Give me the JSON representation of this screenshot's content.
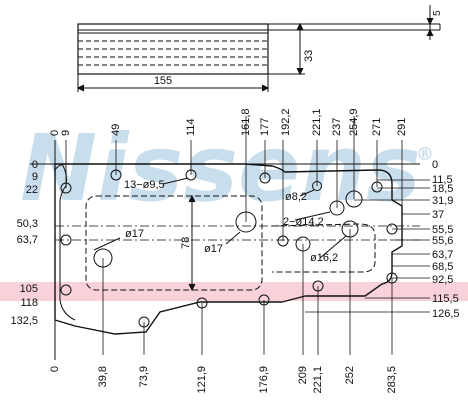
{
  "watermark": {
    "text": "Nissens",
    "mark": "®",
    "color": "#b7d3e6"
  },
  "highlight_color": "#f7c9d2",
  "side_view": {
    "length_label": "155",
    "height_label": "33",
    "thickness_label": "5"
  },
  "top_ticks": [
    "0",
    "9",
    "49",
    "114",
    "161,8",
    "177",
    "192,2",
    "221,1",
    "237",
    "254,9",
    "271",
    "291"
  ],
  "bottom_ticks": [
    "0",
    "39,8",
    "73,9",
    "121,9",
    "176,9",
    "209",
    "221,1",
    "252",
    "283,5"
  ],
  "left_ticks": [
    "0",
    "9",
    "22",
    "50,3",
    "63,7",
    "105",
    "118",
    "132,5"
  ],
  "right_ticks": [
    "0",
    "11,5",
    "18,5",
    "31,9",
    "37",
    "55,5",
    "55,6",
    "63,7",
    "68,5",
    "92,5",
    "115,5",
    "126,5"
  ],
  "callouts": {
    "holes_13": "13−ø9,5",
    "port_left": "ø17",
    "port_center": "ø17",
    "hole_8": "ø8,2",
    "holes_14": "2−ø14,2",
    "hole_16": "ø16,2",
    "height_78": "78"
  }
}
